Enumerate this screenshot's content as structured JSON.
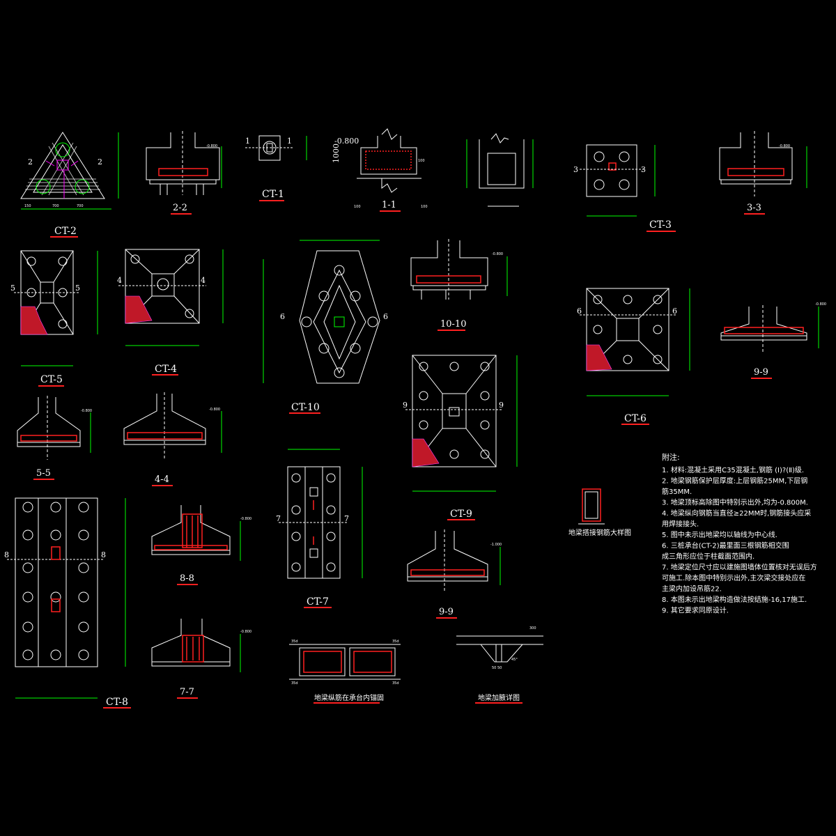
{
  "labels": {
    "ct2": "CT-2",
    "s22": "2-2",
    "ct1": "CT-1",
    "s11": "1-1",
    "ct3": "CT-3",
    "s33": "3-3",
    "ct5": "CT-5",
    "ct4": "CT-4",
    "ct10": "CT-10",
    "s1010": "10-10",
    "ct6": "CT-6",
    "s99a": "9-9",
    "s55": "5-5",
    "s44": "4-4",
    "ct9": "CT-9",
    "ct8": "CT-8",
    "s88": "8-8",
    "ct7": "CT-7",
    "s99b": "9-9",
    "s77": "7-7"
  },
  "section_marks": {
    "one": "1",
    "two": "2",
    "three": "3",
    "four": "4",
    "five": "5",
    "six": "6",
    "seven": "7",
    "eight": "8",
    "nine": "9"
  },
  "levels": {
    "a": "-0.800",
    "b": "-0.800",
    "c": "-0.800",
    "d": "-0.800",
    "e": "-0.800",
    "f": "-0.800",
    "g": "-0.800",
    "h": "-0.800",
    "i": "-0.800",
    "j": "-1.000"
  },
  "dims": {
    "d35d": "35d",
    "d300": "300",
    "d45": "45°",
    "d100": "100",
    "d1000": "1000",
    "d5050": "50 50"
  },
  "captions": {
    "tie": "地梁纵筋在承台内锚固",
    "haunch": "地梁加腋详图",
    "small": "地梁搭接钢筋大样图"
  },
  "notes": {
    "title": "附注:",
    "items": [
      "1. 材料:混凝土采用C35混凝土,钢筋  (Ⅰ)?(Ⅱ)级.",
      "2. 地梁钢筋保护层厚度:上层钢筋25MM,下层钢",
      "   筋35MM.",
      "3. 地梁顶标高除图中特别示出外,均为-0.800M.",
      "4. 地梁纵向钢筋当直径≥22MM时,钢筋接头应采",
      "   用焊接接头.",
      "5. 图中未示出地梁均以轴线为中心线.",
      "6. 三桩承台(CT-2)最里面三根钢筋相交围",
      "   成三角形应位于柱截面范围内.",
      "7. 地梁定位尺寸应以建施图墙体位置核对无误后方",
      "   可施工.除本图中特别示出外,主次梁交接处应在",
      "   主梁内加设吊筋22.",
      "8. 本图未示出地梁构造做法按结施-16,17施工.",
      "9. 其它要求同原设计."
    ]
  }
}
